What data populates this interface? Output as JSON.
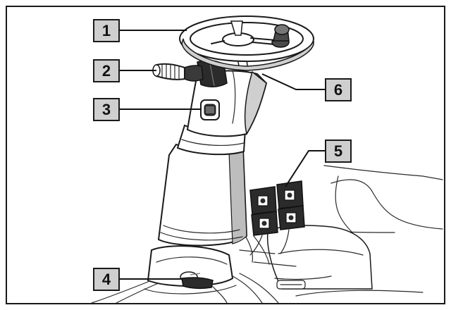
{
  "figure": {
    "colors": {
      "frame": "#1a1a1a",
      "callout_fill": "#cfcfcf",
      "body_fill": "#ffffff",
      "shade": "#bdbdbd",
      "dark": "#2b2b2b"
    },
    "callouts": [
      {
        "label": "1"
      },
      {
        "label": "2"
      },
      {
        "label": "3"
      },
      {
        "label": "4"
      },
      {
        "label": "5"
      },
      {
        "label": "6"
      }
    ]
  }
}
